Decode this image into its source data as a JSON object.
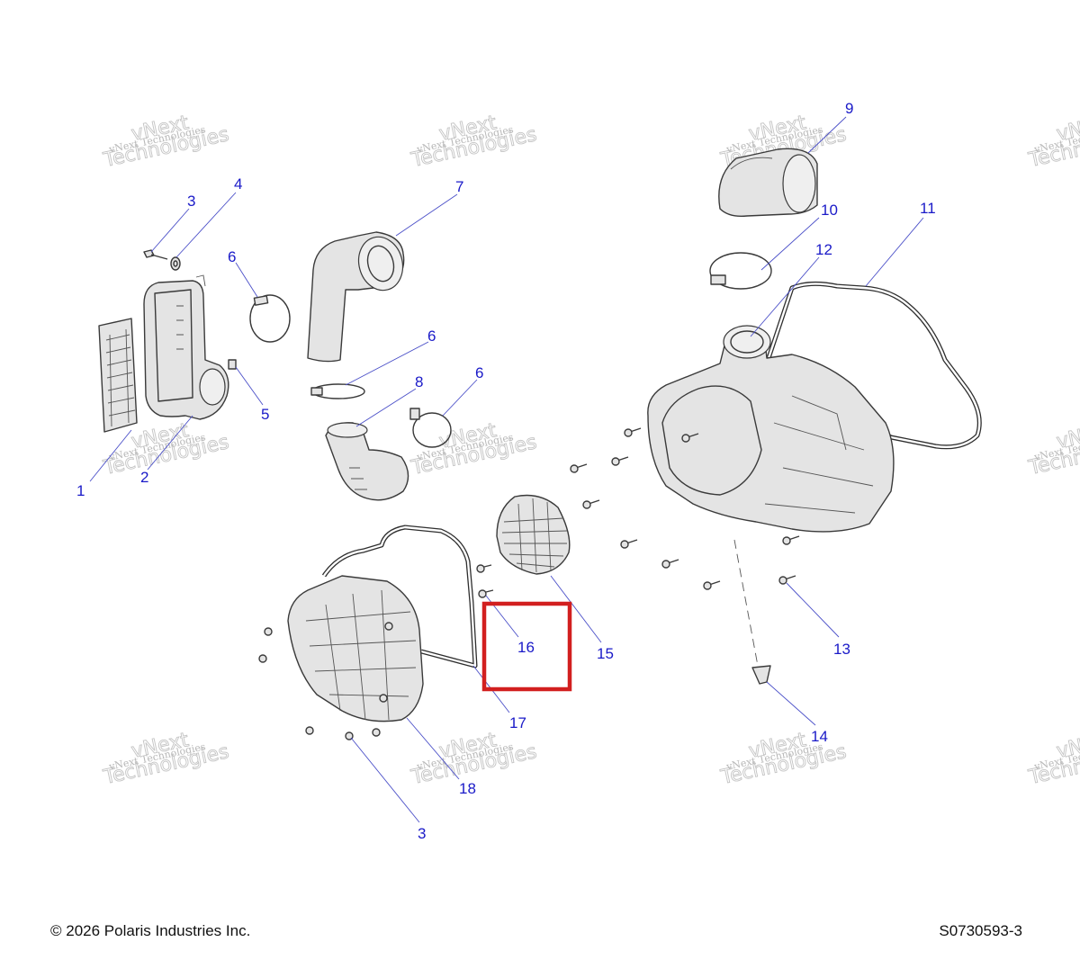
{
  "callouts": [
    {
      "id": "1",
      "label": "1"
    },
    {
      "id": "2",
      "label": "2"
    },
    {
      "id": "3a",
      "label": "3"
    },
    {
      "id": "3b",
      "label": "3"
    },
    {
      "id": "4",
      "label": "4"
    },
    {
      "id": "5",
      "label": "5"
    },
    {
      "id": "6a",
      "label": "6"
    },
    {
      "id": "6b",
      "label": "6"
    },
    {
      "id": "6c",
      "label": "6"
    },
    {
      "id": "7",
      "label": "7"
    },
    {
      "id": "8",
      "label": "8"
    },
    {
      "id": "9",
      "label": "9"
    },
    {
      "id": "10",
      "label": "10"
    },
    {
      "id": "11",
      "label": "11"
    },
    {
      "id": "12",
      "label": "12"
    },
    {
      "id": "13",
      "label": "13"
    },
    {
      "id": "14",
      "label": "14"
    },
    {
      "id": "15",
      "label": "15"
    },
    {
      "id": "16",
      "label": "16"
    },
    {
      "id": "17",
      "label": "17"
    },
    {
      "id": "18",
      "label": "18"
    }
  ],
  "highlighted_callout": "16",
  "watermark": {
    "line1": "vNext Technologies",
    "line2": "vNext",
    "line3": "Technologies"
  },
  "footer": {
    "copyright": "© 2026 Polaris Industries Inc.",
    "drawing_number": "S0730593-3"
  },
  "colors": {
    "callout": "#1a1ac8",
    "leader": "#4a4fc8",
    "highlight": "#d21f1f"
  }
}
